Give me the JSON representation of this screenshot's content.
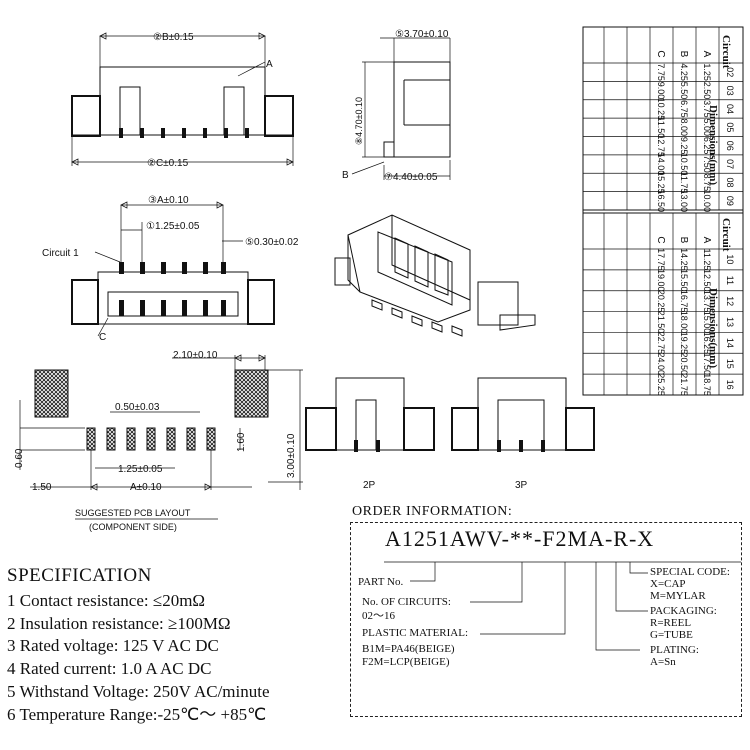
{
  "dimensions": {
    "b": "②B±0.15",
    "c": "②C±0.15",
    "a_top": "③A±0.10",
    "pitch": "①1.25±0.05",
    "pin_w": "⑤0.30±0.02",
    "side_w": "⑤3.70±0.10",
    "side_h": "⑧4.70±0.10",
    "side_d": "⑦4.40±0.05",
    "pcb_w": "2.10±0.10",
    "pcb_pad": "0.50±0.03",
    "pcb_h1": "0.60",
    "pcb_h2": "1.60",
    "pcb_h3": "3.00±0.10",
    "pcb_pitch": "1.25±0.05",
    "pcb_edge": "1.50",
    "pcb_a": "A±0.10",
    "label_a": "A",
    "label_b": "B",
    "label_c": "C",
    "circuit1": "Circuit 1"
  },
  "pcb_layout": {
    "title": "SUGGESTED PCB LAYOUT",
    "subtitle": "(COMPONENT SIDE)"
  },
  "variants": [
    "2P",
    "3P"
  ],
  "table": {
    "header_circuit": "Circuit",
    "header_dims": "Dimensions(mm)",
    "cols": [
      "A",
      "B",
      "C"
    ],
    "left_rows": [
      [
        "02",
        "1.25",
        "4.25",
        "7.75"
      ],
      [
        "03",
        "2.50",
        "5.50",
        "9.00"
      ],
      [
        "04",
        "3.75",
        "6.75",
        "10.25"
      ],
      [
        "05",
        "5.00",
        "8.00",
        "11.50"
      ],
      [
        "06",
        "6.25",
        "9.25",
        "12.75"
      ],
      [
        "07",
        "7.50",
        "10.50",
        "14.00"
      ],
      [
        "08",
        "8.75",
        "11.75",
        "15.25"
      ],
      [
        "09",
        "10.00",
        "13.00",
        "16.50"
      ]
    ],
    "right_rows": [
      [
        "10",
        "11.25",
        "14.25",
        "17.75"
      ],
      [
        "11",
        "12.50",
        "15.50",
        "19.00"
      ],
      [
        "12",
        "13.75",
        "16.75",
        "20.25"
      ],
      [
        "13",
        "15.00",
        "18.00",
        "21.50"
      ],
      [
        "14",
        "16.25",
        "19.25",
        "22.75"
      ],
      [
        "15",
        "17.50",
        "20.50",
        "24.00"
      ],
      [
        "16",
        "18.75",
        "21.75",
        "25.25"
      ]
    ]
  },
  "order": {
    "title": "ORDER INFORMATION:",
    "part_number": "A1251AWV-**-F2MA-R-X",
    "part_no_label": "PART No.",
    "circuits_label": "No. OF CIRCUITS:",
    "circuits_range": "02～16",
    "plastic_label": "PLASTIC MATERIAL:",
    "plastic_1": "B1M=PA46(BEIGE)",
    "plastic_2": "F2M=LCP(BEIGE)",
    "special_label": "SPECIAL CODE:",
    "special_1": "X=CAP",
    "special_2": "M=MYLAR",
    "packaging_label": "PACKAGING:",
    "packaging_1": "R=REEL",
    "packaging_2": "G=TUBE",
    "plating_label": "PLATING:",
    "plating_1": "A=Sn"
  },
  "spec": {
    "title": "SPECIFICATION",
    "items": [
      "1 Contact resistance: ≤20mΩ",
      "2 Insulation resistance: ≥100MΩ",
      "3 Rated voltage: 125 V AC DC",
      "4 Rated current: 1.0 A AC DC",
      "5 Withstand Voltage: 250V AC/minute",
      "6 Temperature Range:-25℃～ +85℃"
    ]
  }
}
